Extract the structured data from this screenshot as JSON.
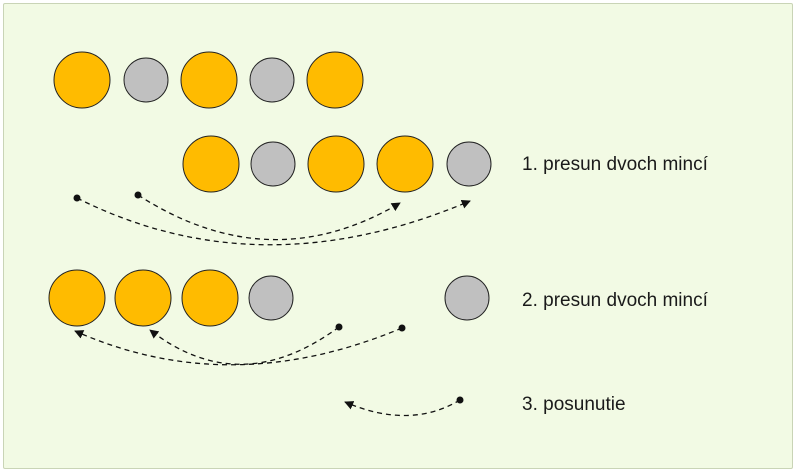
{
  "colors": {
    "gold": "#ffbb00",
    "silver": "#c0c0c0",
    "outline": "#222222",
    "arrow": "#111111",
    "background": "#f2fae4"
  },
  "rows": [
    {
      "id": "row-0",
      "coins": [
        "gold",
        "silver",
        "gold",
        "silver",
        "gold"
      ],
      "label": ""
    },
    {
      "id": "row-1",
      "coins": [
        "gold",
        "silver",
        "gold",
        "gold",
        "silver"
      ],
      "label": "1. presun dvoch mincí"
    },
    {
      "id": "row-2",
      "coins": [
        "gold",
        "gold",
        "gold",
        "silver",
        "silver"
      ],
      "label": "2. presun dvoch mincí"
    },
    {
      "id": "row-3",
      "coins": [],
      "label": "3. posunutie"
    }
  ]
}
